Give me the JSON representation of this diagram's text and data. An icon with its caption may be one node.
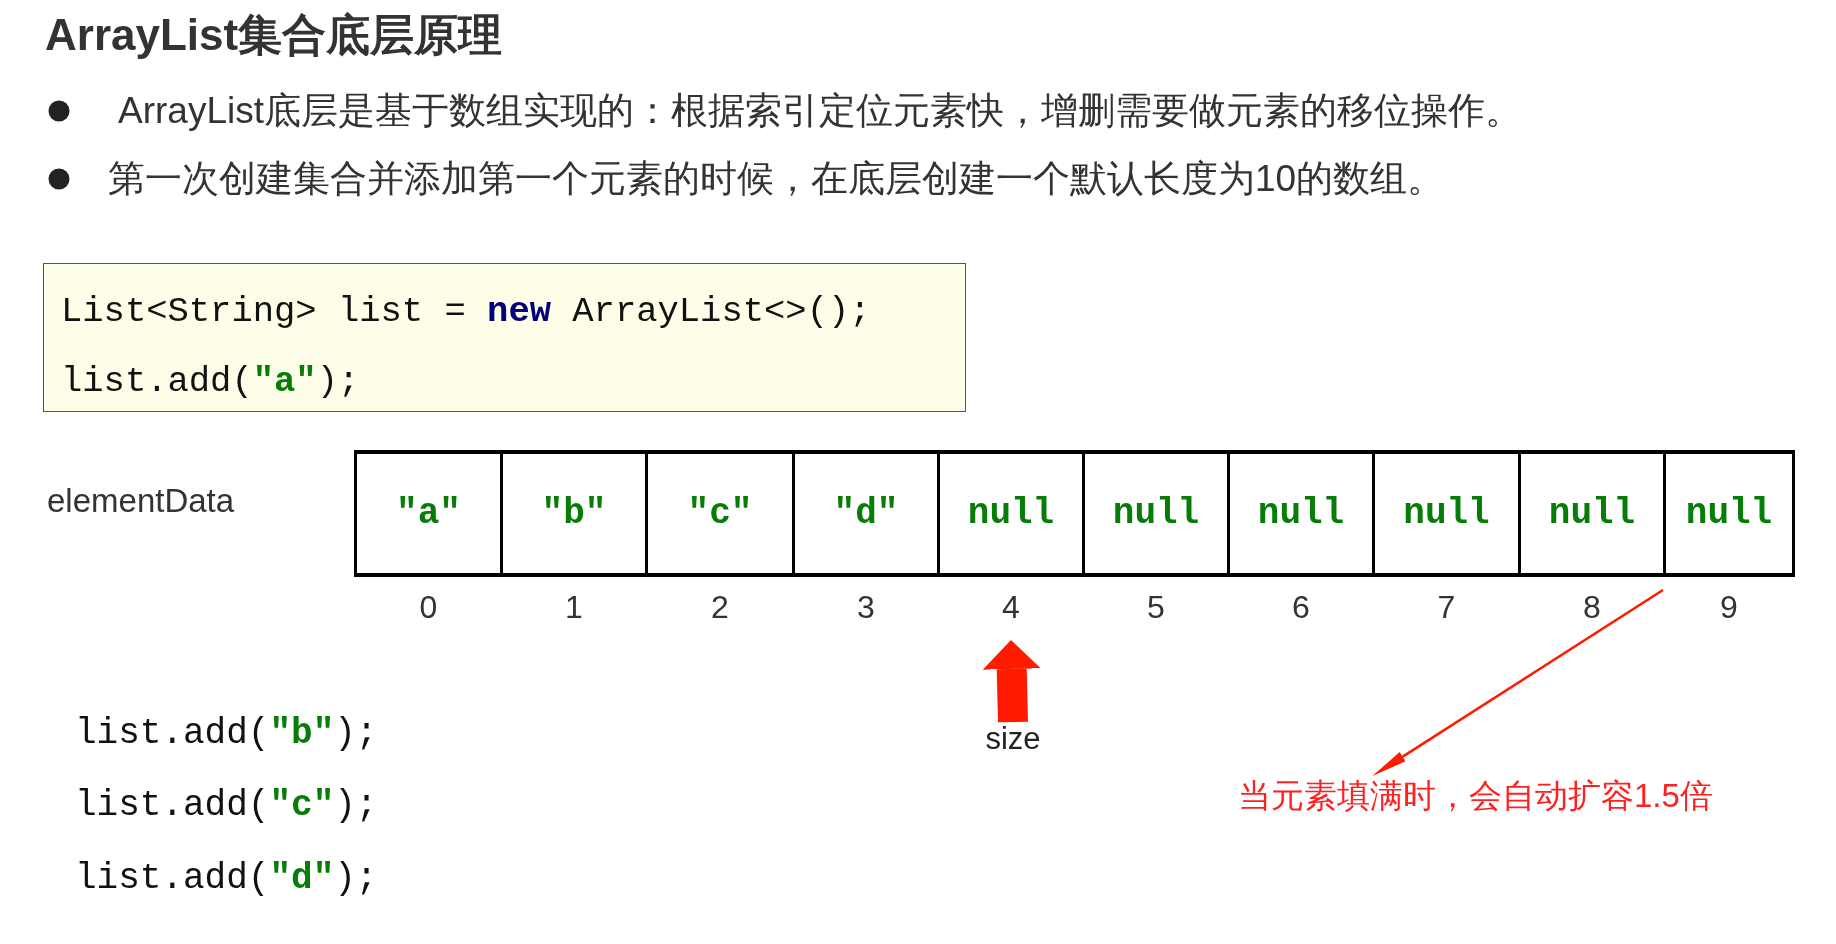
{
  "diagram": {
    "title": "ArrayList集合底层原理",
    "nodes": [
      {
        "text": [
          "List<String> list = **new** ArrayList<>();",
          "list.add(**\"a\"**);"
        ]
      },
      {
        "text": [
          "\"a\""
        ],
        "beside": [
          "0"
        ]
      },
      {
        "text": [
          "\"b\""
        ],
        "beside": [
          "1"
        ]
      },
      {
        "text": [
          "\"c\""
        ],
        "beside": [
          "2"
        ]
      },
      {
        "text": [
          "\"d\""
        ],
        "beside": [
          "3"
        ]
      },
      {
        "text": [
          "null"
        ],
        "beside": [
          "4"
        ]
      },
      {
        "text": [
          "null"
        ],
        "beside": [
          "5"
        ]
      },
      {
        "text": [
          "null"
        ],
        "beside": [
          "6"
        ]
      },
      {
        "text": [
          "null"
        ],
        "beside": [
          "7"
        ]
      },
      {
        "text": [
          "null"
        ],
        "beside": [
          "8"
        ]
      },
      {
        "text": [
          "null"
        ],
        "beside": [
          "9"
        ]
      },
      {
        "text": [
          "size"
        ]
      },
      {
        "text": [
          "当元素填满时，会自动扩容1.5倍"
        ]
      }
    ],
    "edges": [
      {
        "from": 11,
        "to": 5,
        "arrow": "to",
        "style": "thick",
        "color": "#ff1a00"
      },
      {
        "from": 10,
        "to": 12,
        "arrow": "to",
        "color": "#ff1a00"
      }
    ],
    "labels": [
      "ArrayList底层是基于数组实现的：根据索引定位元素快，增删需要做元素的移位操作。",
      "第一次创建集合并添加第一个元素的时候，在底层创建一个默认长度为10的数组。",
      "elementData",
      "list.add(**\"b\"**);",
      "list.add(**\"c\"**);",
      "list.add(**\"d\"**);"
    ]
  }
}
